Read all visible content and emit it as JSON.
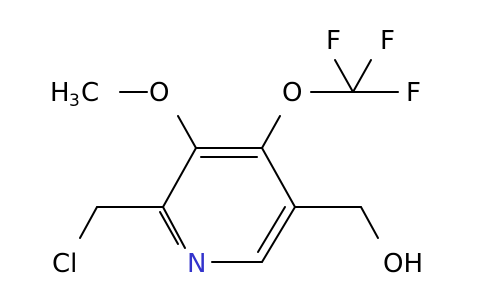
{
  "molecule": {
    "atoms": {
      "F1": "F",
      "F2": "F",
      "F3": "F",
      "O_methoxy": "O",
      "O_trifluoromethoxy": "O",
      "methyl_prefix": "H",
      "methyl_subscript": "3",
      "methyl_suffix": "C",
      "N_ring": "N",
      "Cl": "Cl",
      "OH": "OH"
    },
    "colors": {
      "bond": "#000000",
      "nitrogen": "#3333cc",
      "oxygen": "#000000",
      "fluorine": "#000000",
      "chlorine": "#000000"
    }
  }
}
